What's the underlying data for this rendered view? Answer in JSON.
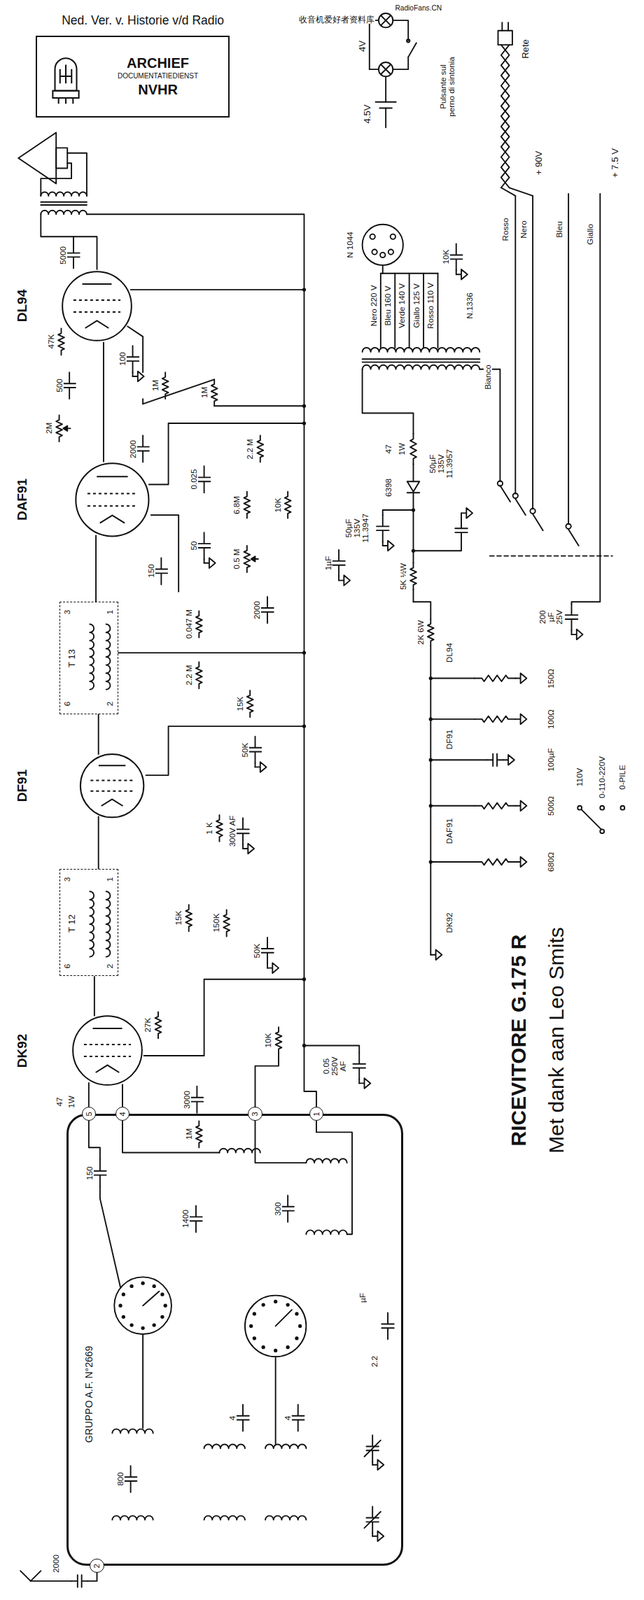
{
  "diagram": {
    "title": "RICEVITORE G.175 R",
    "caption": "Met dank aan Leo Smits",
    "nodes": [
      {
        "text": [
          "ARCHIEF",
          "DOCUMENTATIEDIENST",
          "NVHR"
        ]
      },
      {
        "text": [
          "DL94"
        ]
      },
      {
        "text": [
          "DAF91"
        ]
      },
      {
        "text": [
          "T 13"
        ]
      },
      {
        "text": [
          "DF91"
        ]
      },
      {
        "text": [
          "T 12"
        ]
      },
      {
        "text": [
          "DK92"
        ]
      },
      {
        "text": [
          "GRUPPO A.F. N°2669"
        ]
      },
      {
        "text": [
          "5"
        ]
      },
      {
        "text": [
          "4"
        ]
      },
      {
        "text": [
          "3"
        ]
      },
      {
        "text": [
          "1"
        ]
      },
      {
        "text": [
          "2"
        ]
      }
    ],
    "edges": [
      {
        "from": 6,
        "to": 5,
        "arrow": "none"
      },
      {
        "from": 5,
        "to": 4,
        "arrow": "none"
      },
      {
        "from": 4,
        "to": 3,
        "arrow": "none"
      },
      {
        "from": 3,
        "to": 2,
        "arrow": "none"
      },
      {
        "from": 2,
        "to": 1,
        "arrow": "none"
      },
      {
        "from": 8,
        "to": 6,
        "arrow": "none"
      },
      {
        "from": 9,
        "to": 6,
        "arrow": "none"
      }
    ],
    "labels": [
      "Ned. Ver. v. Historie v/d Radio",
      "RadioFans.CN",
      "收音机爱好者资料库",
      "5000",
      "47K",
      "100",
      "500",
      "1M",
      "2M",
      "1M",
      "2000",
      "0.025",
      "2.2 M",
      "6.8M",
      "10K",
      "50",
      "0.5 M",
      "150",
      "0.047 M",
      "2000",
      "1µF",
      "2.2 M",
      "15K",
      "50K",
      "1 K",
      "300V AF",
      "15K",
      "150K",
      "50K",
      "27K",
      "3000",
      "10K",
      "0.05 250V AF",
      "47",
      "1W",
      "3",
      "1",
      "6",
      "2",
      "3",
      "1",
      "6",
      "2",
      "4V",
      "4.5V",
      "Pulsante sul perno di sintonia",
      "Rete",
      "N 1044",
      "Nero 220 V",
      "Bleu 160 V",
      "Verde 140 V",
      "Giallo 125 V",
      "Rosso 110 V",
      "10K",
      "N.1336",
      "Rosso",
      "+ 90V",
      "Nero",
      "Bleu",
      "Giallo",
      "+ 7.5 V",
      "6398",
      "47",
      "1W",
      "50µF 135V 11.3947",
      "50µF 135V 11.3957",
      "Bianco",
      "5K ½W",
      "2K 6W",
      "DL94",
      "DF91",
      "DAF91",
      "DK92",
      "150Ω",
      "100Ω",
      "100µF",
      "500Ω",
      "680Ω",
      "200 µF 25V",
      "110V",
      "0-110-220V",
      "0-PILE",
      "150",
      "1M",
      "1400",
      "300",
      "µF",
      "2.2",
      "4",
      "4",
      "800",
      "2000"
    ]
  }
}
